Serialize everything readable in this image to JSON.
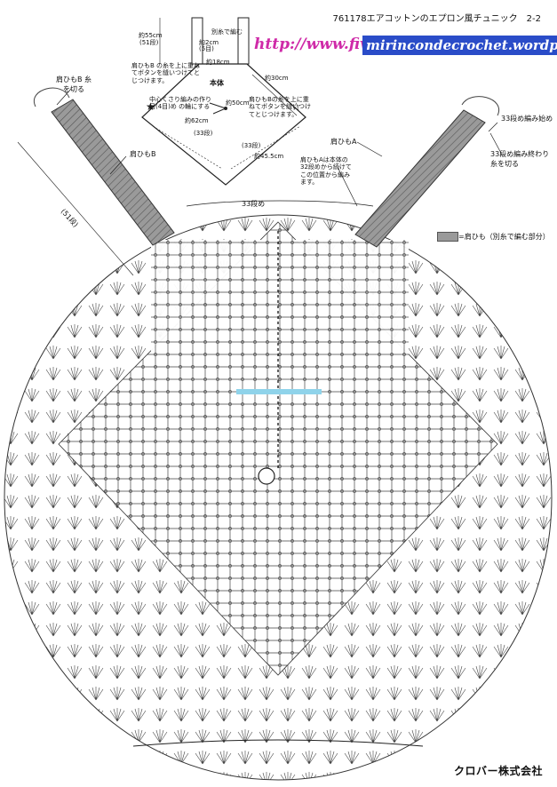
{
  "header": {
    "title": "761178エアコットンのエプロン風チュニック　2-2"
  },
  "watermark": {
    "url_prefix": "http://www.fiv",
    "url_highlight": "mirincondecrochet.wordpress.com",
    "prefix_color": "#cf2aa8",
    "highlight_bg": "#2a4cc8"
  },
  "schematic": {
    "strap_label_left": "別糸で編む",
    "strap_label_right": "別糸で編む",
    "dim_strap_len": "約55cm",
    "dim_strap_rows": "(51段)",
    "dim_small_w": "約2cm",
    "dim_small_rows": "(5目)",
    "dim_top": "約18cm",
    "dim_right": "約30cm",
    "body_label": "本体",
    "note_left": "肩ひもB の糸を上に重ねてボタンを縫いつけてとじつけます。",
    "note_center": "中心くさり編みの作り目(4目)め の輪にする",
    "note_center_dim": "約50cm",
    "note_right": "肩ひもBの糸を上に重ねてボタンを縫いつけてとじつけます。",
    "dim_bottom_left": "約62cm",
    "rows_left": "(33段)",
    "rows_right": "(33段)",
    "dim_bottom_right": "約45.5cm"
  },
  "labels": {
    "strap_b_cut": "肩ひもB 糸を切る",
    "strap_b": "肩ひもB",
    "rows_51": "(51段)",
    "rows_33": "33段め",
    "strap_a": "肩ひもA",
    "strap_a_note": "肩ひもAは本体の32段めから続けてこの位置から編みます。",
    "start_33": "33段め編み始め",
    "end_33": "33段め編み終わり 糸を切る",
    "legend": "=肩ひも（別糸で編む部分）"
  },
  "brand": "クロバー株式会社",
  "colors": {
    "ink": "#222222",
    "strap_fill": "#9a9a9a",
    "cyan_mark": "#8fd3ea"
  }
}
